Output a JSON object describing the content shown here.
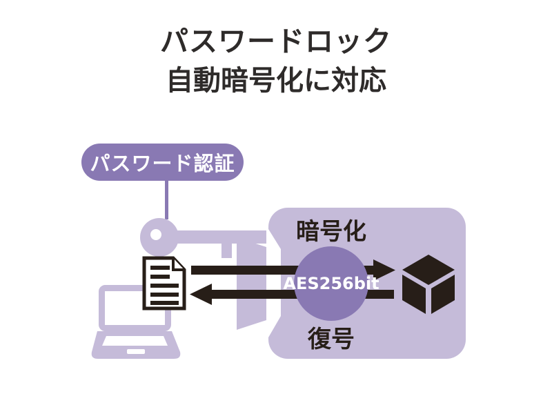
{
  "title": {
    "line1": "パスワードロック",
    "line2": "自動暗号化に対応"
  },
  "auth_badge": {
    "label": "パスワード認証"
  },
  "encryption_panel": {
    "encrypt_label": "暗号化",
    "decrypt_label": "復号",
    "cipher_badge": "AES256bit"
  },
  "icons": {
    "key": "key-icon",
    "laptop": "laptop-icon",
    "document": "document-icon",
    "cube": "encrypted-data-cube-icon",
    "arrow_right": "arrow-right-icon",
    "arrow_left": "arrow-left-icon",
    "funnel": "funnel-icon"
  },
  "colors": {
    "purple_medium": "#8979b3",
    "purple_light": "#c5bbd9",
    "shape_black": "#271e18",
    "title_text": "#2e2b2a",
    "background": "#ffffff"
  }
}
